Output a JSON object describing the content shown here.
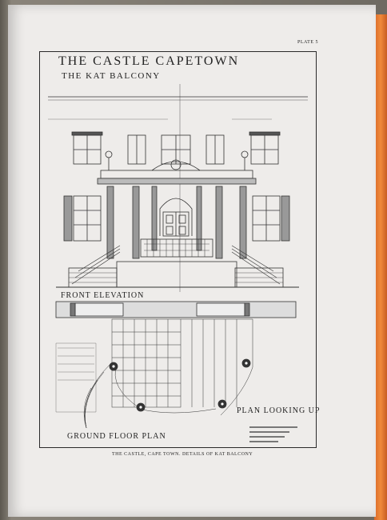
{
  "plate": {
    "number": "PLATE 5",
    "title": "THE CASTLE CAPETOWN",
    "subtitle": "THE KAT BALCONY",
    "labels": {
      "front_elevation": "FRONT ELEVATION",
      "plan_looking_up": "PLAN LOOKING UP",
      "ground_floor_plan": "GROUND FLOOR PLAN"
    },
    "caption": "THE CASTLE, CAPE TOWN.    DETAILS OF KAT BALCONY"
  },
  "colors": {
    "ink": "#222222",
    "paper": "#eeecea",
    "book_edge": "#e87d32"
  }
}
